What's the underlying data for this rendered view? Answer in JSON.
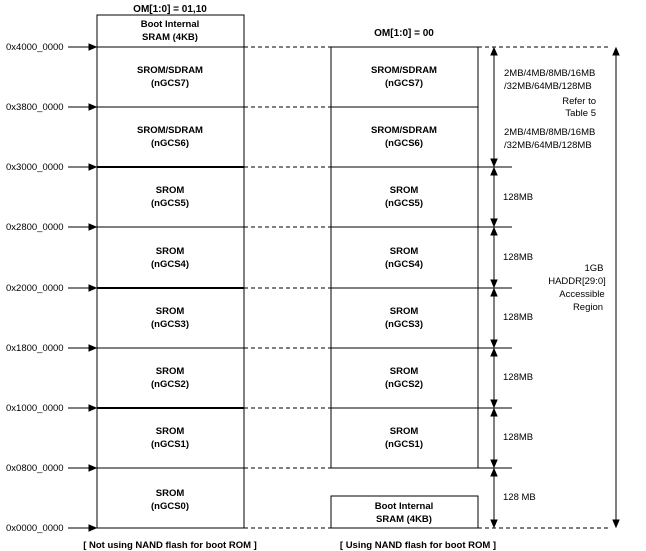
{
  "left_header": "OM[1:0] = 01,10",
  "right_header": "OM[1:0] = 00",
  "addresses": [
    "0x4000_0000",
    "0x3800_0000",
    "0x3000_0000",
    "0x2800_0000",
    "0x2000_0000",
    "0x1800_0000",
    "0x1000_0000",
    "0x0800_0000",
    "0x0000_0000"
  ],
  "left_blocks": [
    {
      "l1": "Boot Internal",
      "l2": "SRAM (4KB)"
    },
    {
      "l1": "SROM/SDRAM",
      "l2": "(nGCS7)"
    },
    {
      "l1": "SROM/SDRAM",
      "l2": "(nGCS6)"
    },
    {
      "l1": "SROM",
      "l2": "(nGCS5)"
    },
    {
      "l1": "SROM",
      "l2": "(nGCS4)"
    },
    {
      "l1": "SROM",
      "l2": "(nGCS3)"
    },
    {
      "l1": "SROM",
      "l2": "(nGCS2)"
    },
    {
      "l1": "SROM",
      "l2": "(nGCS1)"
    },
    {
      "l1": "SROM",
      "l2": "(nGCS0)"
    }
  ],
  "right_blocks": [
    {
      "l1": "SROM/SDRAM",
      "l2": "(nGCS7)"
    },
    {
      "l1": "SROM/SDRAM",
      "l2": "(nGCS6)"
    },
    {
      "l1": "SROM",
      "l2": "(nGCS5)"
    },
    {
      "l1": "SROM",
      "l2": "(nGCS4)"
    },
    {
      "l1": "SROM",
      "l2": "(nGCS3)"
    },
    {
      "l1": "SROM",
      "l2": "(nGCS2)"
    },
    {
      "l1": "SROM",
      "l2": "(nGCS1)"
    },
    {
      "l1": "Boot Internal",
      "l2": "SRAM (4KB)"
    }
  ],
  "size_labels": {
    "bank7": [
      "2MB/4MB/8MB/16MB",
      "/32MB/64MB/128MB"
    ],
    "refer": [
      "Refer to",
      "Table 5"
    ],
    "bank6": [
      "2MB/4MB/8MB/16MB",
      "/32MB/64MB/128MB"
    ],
    "bank5": "128MB",
    "bank4": "128MB",
    "bank3": "128MB",
    "bank2": "128MB",
    "bank1": "128MB",
    "bank0": "128 MB"
  },
  "total_label": [
    "1GB",
    "HADDR[29:0]",
    "Accessible",
    "Region"
  ],
  "left_caption": "[ Not using NAND flash for boot ROM ]",
  "right_caption": "[ Using NAND flash for boot ROM ]"
}
